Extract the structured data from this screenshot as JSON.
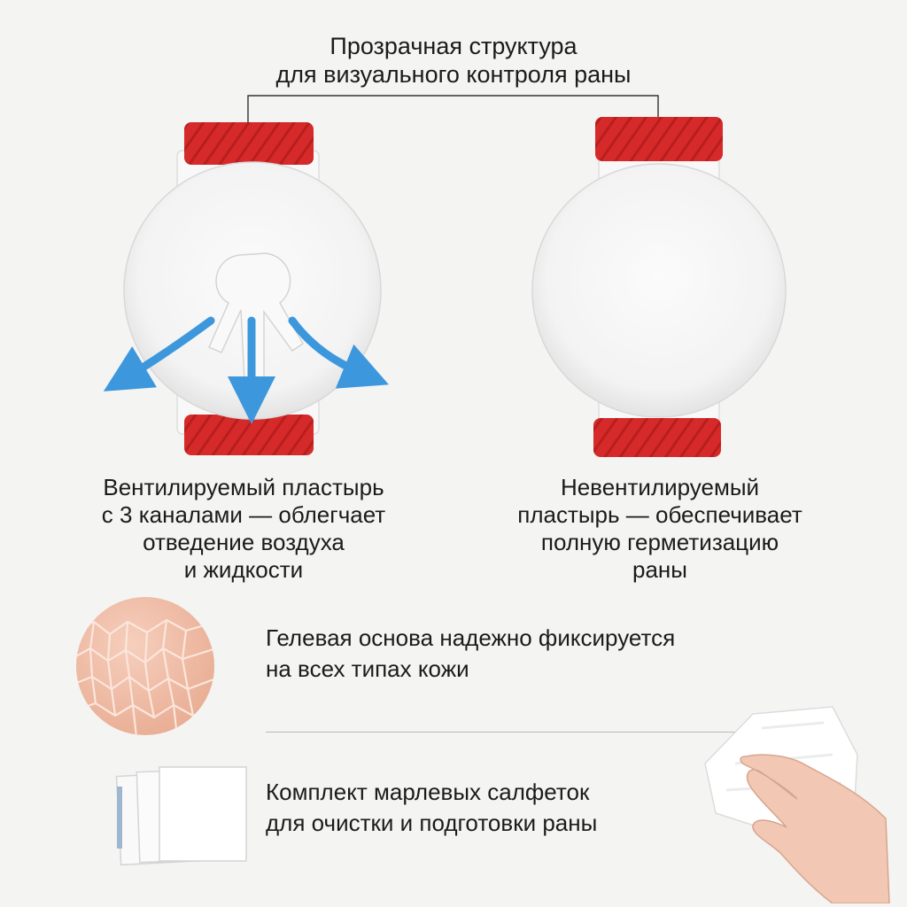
{
  "header": {
    "title_line1": "Прозрачная структура",
    "title_line2": "для визуального контроля раны"
  },
  "products": {
    "ventilated": {
      "line1": "Вентилируемый пластырь",
      "line2": "с 3 каналами — облегчает",
      "line3": "отведение воздуха",
      "line4": "и жидкости"
    },
    "non_ventilated": {
      "line1": "Невентилируемый",
      "line2": "пластырь — обеспечивает",
      "line3": "полную герметизацию",
      "line4": "раны"
    }
  },
  "features": {
    "gel": {
      "line1": "Гелевая основа надежно фиксируется",
      "line2": "на всех типах кожи"
    },
    "gauze": {
      "line1": "Комплект марлевых салфеток",
      "line2": "для очистки и подготовки раны"
    }
  },
  "colors": {
    "background": "#f4f4f3",
    "tab_red": "#d62a2a",
    "arrow_blue": "#3c97dd",
    "skin": "#f0c2ac"
  }
}
